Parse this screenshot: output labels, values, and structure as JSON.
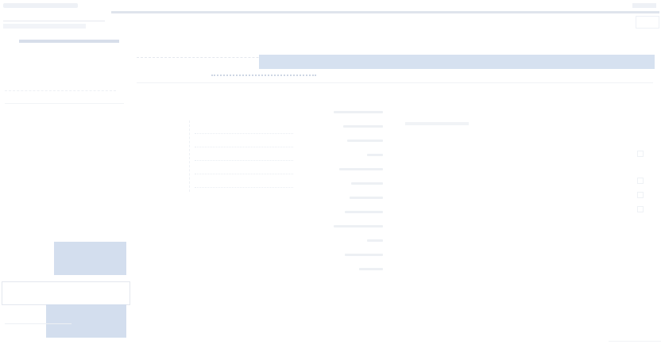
{
  "window": {
    "title": ""
  },
  "colors": {
    "accent_band": "#d6e1f0",
    "panel_fill": "#d3deee",
    "rule": "#dfe4ec",
    "background": "#ffffff"
  },
  "sidebar": {
    "label": ""
  },
  "content": {
    "bars": [
      {
        "level": 0.62
      },
      {
        "level": 0.5
      },
      {
        "level": 0.45
      },
      {
        "level": 0.2
      },
      {
        "level": 0.55
      },
      {
        "level": 0.4
      },
      {
        "level": 0.42
      },
      {
        "level": 0.48
      },
      {
        "level": 0.62
      },
      {
        "level": 0.2
      },
      {
        "level": 0.48
      },
      {
        "level": 0.3
      }
    ]
  }
}
